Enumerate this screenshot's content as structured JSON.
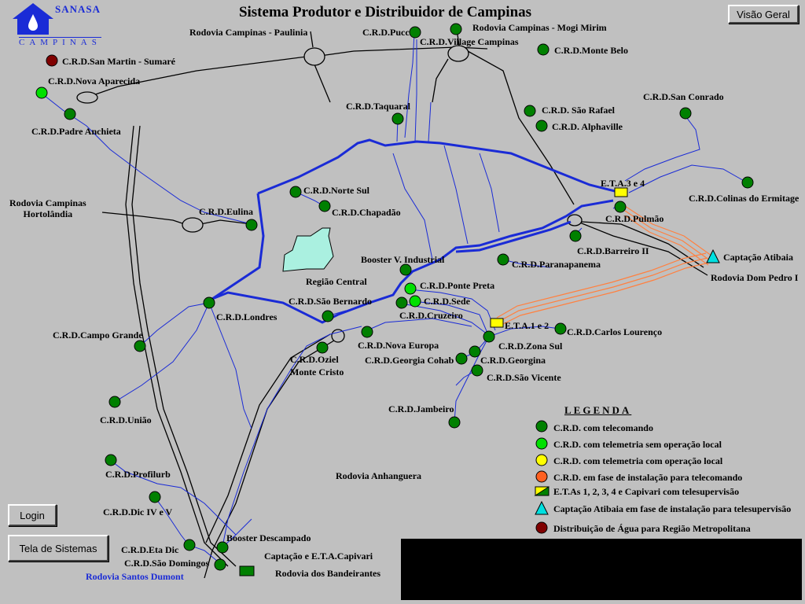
{
  "title": "Sistema Produtor e Distribuidor de Campinas",
  "logo": {
    "name": "SANASA",
    "sub": "CAMPINAS"
  },
  "buttons": {
    "overview": "Visão Geral",
    "login": "Login",
    "systems": "Tela de Sistemas"
  },
  "labels": {
    "rod_paulinia": "Rodovia Campinas - Paulinia",
    "rod_mogi": "Rodovia Campinas - Mogi Mirim",
    "crd_pucc": "C.R.D.Pucc",
    "crd_village": "C.R.D.Village Campinas",
    "crd_montebelo": "C.R.D.Monte Belo",
    "crd_sanmartin": "C.R.D.San Martin - Sumaré",
    "crd_novaaparecida": "C.R.D.Nova Aparecida",
    "crd_padreanchieta": "C.R.D.Padre Anchieta",
    "crd_taquaral": "C.R.D.Taquaral",
    "crd_saorafael": "C.R.D. São Rafael",
    "crd_alphaville": "C.R.D. Alphaville",
    "crd_sanconrado": "C.R.D.San Conrado",
    "rod_hortolandia": "Rodovia Campinas\nHortolândia",
    "crd_nortesul": "C.R.D.Norte Sul",
    "crd_chapadao": "C.R.D.Chapadão",
    "crd_eulina": "C.R.D.Eulina",
    "eta34": "E.T.A.3 e 4",
    "crd_pulmao": "C.R.D.Pulmão",
    "crd_colinas": "C.R.D.Colinas do Ermitage",
    "crd_barreiro": "C.R.D.Barreiro II",
    "captacao_atibaia": "Captação Atibaia",
    "rod_dompedro": "Rodovia Dom Pedro I",
    "regiao_central": "Região Central",
    "booster_industrial": "Booster V. Industrial",
    "crd_paranapanema": "C.R.D.Paranapanema",
    "crd_pontepreta": "C.R.D.Ponte Preta",
    "crd_sede": "C.R.D.Sede",
    "crd_saobernardo": "C.R.D.São Bernardo",
    "crd_cruzeiro": "C.R.D.Cruzeiro",
    "crd_londres": "C.R.D.Londres",
    "eta12": "E.T.A.1 e 2",
    "crd_carloslourenco": "C.R.D.Carlos Lourenço",
    "crd_campogrande": "C.R.D.Campo Grande",
    "crd_novaeuropa": "C.R.D.Nova Europa",
    "crd_zonasul": "C.R.D.Zona Sul",
    "crd_oziel": "C.R.D.Oziel",
    "monte_cristo": "Monte Cristo",
    "crd_georgiacohab": "C.R.D.Georgia Cohab",
    "crd_georgina": "C.R.D.Georgina",
    "crd_saovicente": "C.R.D.São Vicente",
    "crd_uniao": "C.R.D.União",
    "crd_jambeiro": "C.R.D.Jambeiro",
    "rod_anhanguera": "Rodovia Anhanguera",
    "crd_profilurb": "C.R.D.Profilurb",
    "crd_dic45": "C.R.D.Dic IV e V",
    "booster_descampado": "Booster Descampado",
    "crd_etadic": "C.R.D.Eta Dic",
    "captacao_capivari": "Captação e E.T.A.Capivari",
    "crd_saodomingos": "C.R.D.São Domingos",
    "rod_bandeirantes": "Rodovia dos Bandeirantes",
    "rod_santosdumont": "Rodovia Santos Dumont"
  },
  "legend": {
    "title": "LEGENDA",
    "items": [
      "C.R.D. com telecomando",
      "C.R.D. com telemetria sem operação local",
      "C.R.D. com telemetria com operação local",
      "C.R.D. em fase de instalação para telecomando",
      "E.T.As 1, 2, 3, 4 e Capivari com telesupervisão",
      "Captação Atibaia em fase de instalação para telesupervisão",
      "Distribuição de Água para Região Metropolitana"
    ]
  },
  "colors": {
    "background": "#c0c0c0",
    "telecomando": "#008000",
    "telemetria_sem_op": "#00e000",
    "telemetria_com_op": "#ffff00",
    "instalacao": "#ff6020",
    "eta": "#ffff00",
    "captacao": "#00e0e0",
    "metropolitana": "#800000",
    "pipe": "#1a2bd6",
    "road": "#000000",
    "raw_water": "#ff8040",
    "central_region": "#aaf0e0"
  }
}
